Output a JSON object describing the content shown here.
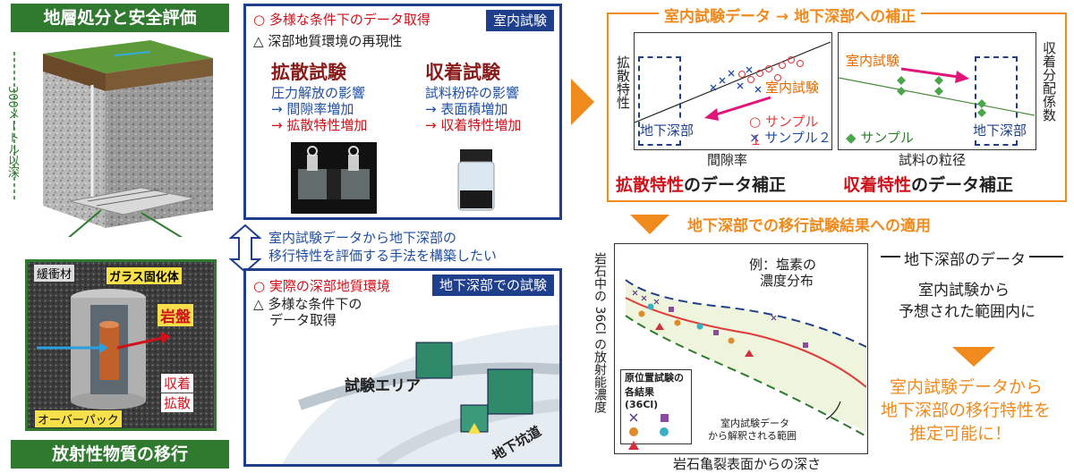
{
  "left": {
    "title": "地層処分と安全評価",
    "depth_label": "300メートル以深",
    "inset": {
      "buffer": "緩衝材",
      "glass": "ガラス固化体",
      "rock": "岩盤",
      "overpack": "オーバーパック",
      "sorption": "収着",
      "diffusion": "拡散"
    },
    "footer": "放射性物質の移行"
  },
  "lab_box": {
    "item1_mark": "○",
    "item1": "多様な条件下のデータ取得",
    "tag": "室内試験",
    "item2_mark": "△",
    "item2": "深部地質環境の再現性",
    "diffusion": {
      "title": "拡散試験",
      "l1": "圧力解放の影響",
      "l2": "→ 間隙率増加",
      "l3": "→ 拡散特性増加"
    },
    "sorption": {
      "title": "収着試験",
      "l1": "試料粉砕の影響",
      "l2": "→ 表面積増加",
      "l3": "→ 収着特性増加"
    }
  },
  "middle_text": {
    "l1": "室内試験データから地下深部の",
    "l2": "移行特性を評価する手法を構築したい"
  },
  "field_box": {
    "item1_mark": "○",
    "item1": "実際の深部地質環境",
    "tag": "地下深部での試験",
    "item2_mark": "△",
    "item2a": "多様な条件下の",
    "item2b": "データ取得",
    "area": "試験エリア",
    "tunnel": "地下坑道"
  },
  "correction": {
    "title": "室内試験データ → 地下深部への補正",
    "plot1": {
      "ylabel": "拡散特性",
      "xlabel": "間隙率",
      "deep": "地下深部",
      "lab": "室内試験",
      "legend1_mark": "○",
      "legend1": "サンプル１",
      "legend2_mark": "×",
      "legend2": "サンプル２"
    },
    "plot2": {
      "ylabel": "収着分配係数",
      "xlabel": "試料の粒径",
      "deep": "地下深部",
      "lab": "室内試験",
      "legend_mark": "◆",
      "legend": "サンプル"
    },
    "cap1_red": "拡散特性",
    "cap1_rest": "のデータ補正",
    "cap2_red": "収着特性",
    "cap2_rest": "のデータ補正"
  },
  "application": {
    "title": "地下深部での移行試験結果への適用",
    "plot": {
      "ylabel": "岩石中の 36Cl の放射能濃度",
      "xlabel": "岩石亀裂表面からの深さ",
      "example_l1": "例：塩素の",
      "example_l2": "濃度分布",
      "legend_title1": "原位置試験の",
      "legend_title2": "各結果 (36Cl)",
      "range_l1": "室内試験データ",
      "range_l2": "から解釈される範囲"
    }
  },
  "right": {
    "deep_title": "地下深部のデータ",
    "deep_l1": "室内試験から",
    "deep_l2": "予想された範囲内に",
    "conc_l1": "室内試験データから",
    "conc_l2": "地下深部の移行特性を",
    "conc_l3": "推定可能に！"
  },
  "colors": {
    "green": "#2f7a2f",
    "navy": "#1f3f8c",
    "red": "#d0101a",
    "orange": "#f08a1c"
  }
}
